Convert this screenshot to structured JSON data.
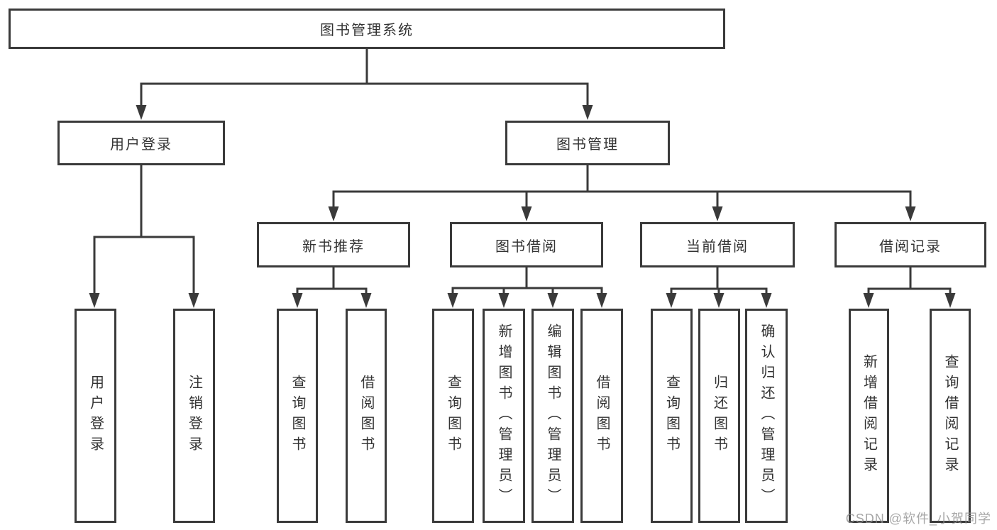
{
  "diagram": {
    "root": {
      "label": "图书管理系统"
    },
    "level2": [
      {
        "label": "用户登录"
      },
      {
        "label": "图书管理"
      }
    ],
    "level3": [
      {
        "label": "新书推荐"
      },
      {
        "label": "图书借阅"
      },
      {
        "label": "当前借阅"
      },
      {
        "label": "借阅记录"
      }
    ],
    "leaves": {
      "user_login": [
        "用户登录",
        "注销登录"
      ],
      "new_book_recommend": [
        "查询图书",
        "借阅图书"
      ],
      "book_borrowing": [
        "查询图书",
        "新增图书（管理员）",
        "编辑图书（管理员）",
        "借阅图书"
      ],
      "current_borrowing": [
        "查询图书",
        "归还图书",
        "确认归还（管理员）"
      ],
      "borrowing_records": [
        "新增借阅记录",
        "查询借阅记录"
      ]
    },
    "watermark": "CSDN @软件_小贺同学",
    "colors": {
      "line": "#3a3a3a",
      "box_border": "#3a3a3a",
      "text": "#333333",
      "watermark": "#919191",
      "background": "#ffffff"
    }
  }
}
